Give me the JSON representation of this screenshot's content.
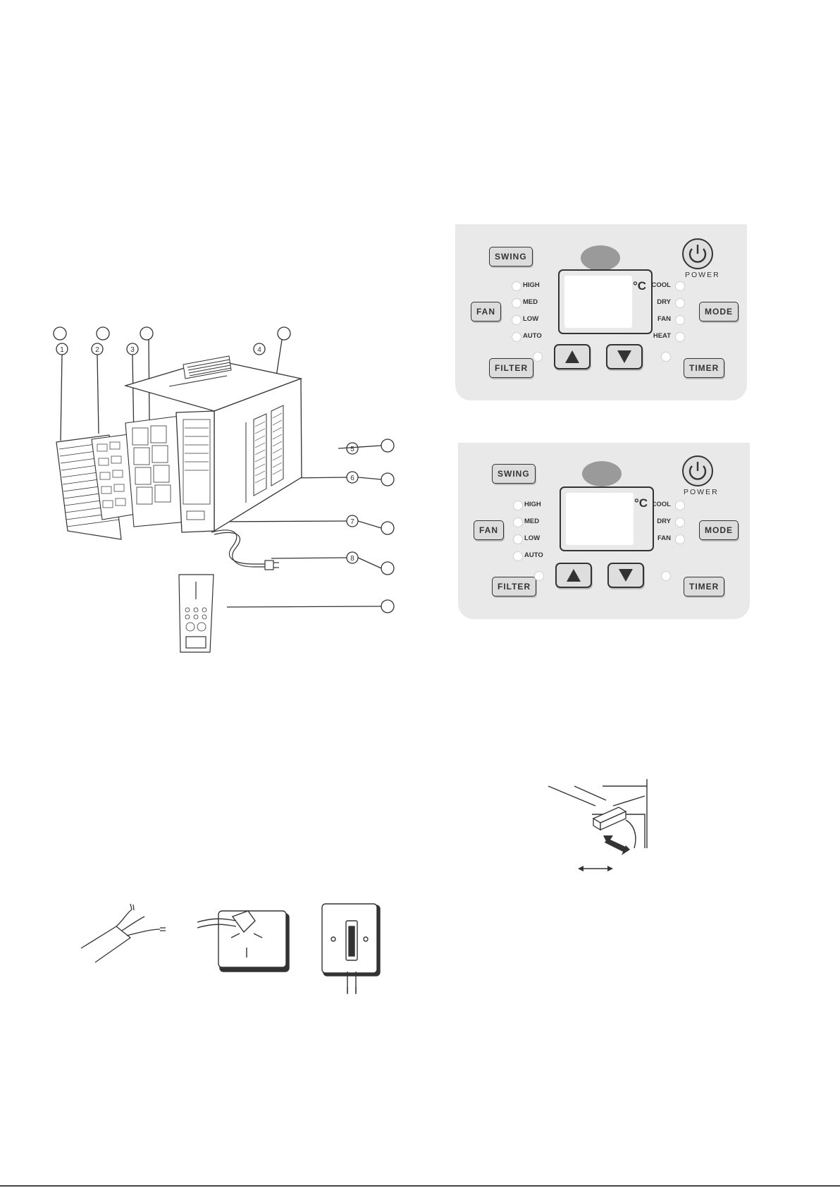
{
  "diagram": {
    "callouts": [
      "1",
      "2",
      "3",
      "4",
      "5",
      "6",
      "7",
      "8"
    ]
  },
  "panel_heat": {
    "buttons": {
      "swing": "SWING",
      "fan": "FAN",
      "mode": "MODE",
      "filter": "FILTER",
      "timer": "TIMER"
    },
    "power_label": "POWER",
    "fan_speeds": [
      "HIGH",
      "MED",
      "LOW",
      "AUTO"
    ],
    "modes": [
      "COOL",
      "DRY",
      "FAN",
      "HEAT"
    ],
    "unit": "°C"
  },
  "panel_cool": {
    "buttons": {
      "swing": "SWING",
      "fan": "FAN",
      "mode": "MODE",
      "filter": "FILTER",
      "timer": "TIMER"
    },
    "power_label": "POWER",
    "fan_speeds": [
      "HIGH",
      "MED",
      "LOW",
      "AUTO"
    ],
    "modes": [
      "COOL",
      "DRY",
      "FAN"
    ],
    "unit": "°C"
  }
}
